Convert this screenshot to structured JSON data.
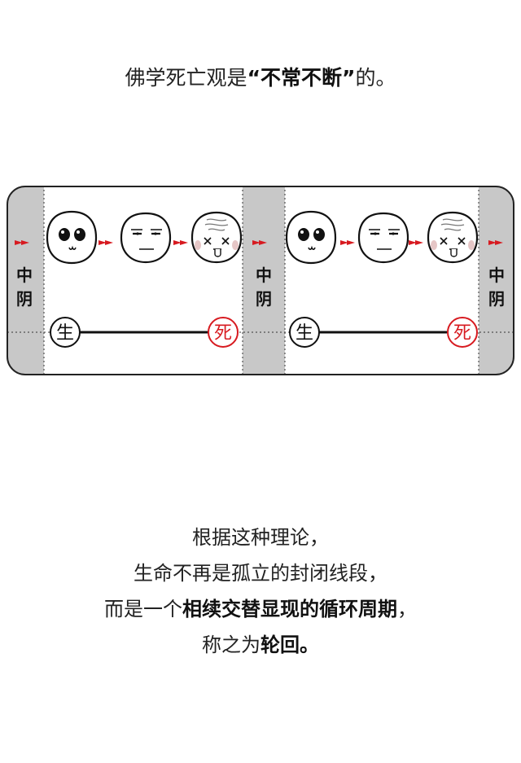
{
  "title": {
    "prefix": "佛学死亡观是",
    "emphasis": "“不常不断”",
    "suffix": "的。"
  },
  "diagram": {
    "bardo_label_top": "中",
    "bardo_label_bottom": "阴",
    "birth_label": "生",
    "death_label": "死",
    "colors": {
      "bardo_band": "#c8c8c8",
      "arrow": "#d71a20",
      "death_circle": "#d71a20",
      "outline": "#222222"
    },
    "faces": [
      "young-face-icon",
      "middle-aged-face-icon",
      "old-dead-face-icon"
    ]
  },
  "paragraph": {
    "line1": "根据这种理论，",
    "line2": "生命不再是孤立的封闭线段，",
    "line3_prefix": "而是一个",
    "line3_bold": "相续交替显现的循环周期",
    "line3_suffix": "，",
    "line4_prefix": "称之为",
    "line4_bold": "轮回。"
  }
}
